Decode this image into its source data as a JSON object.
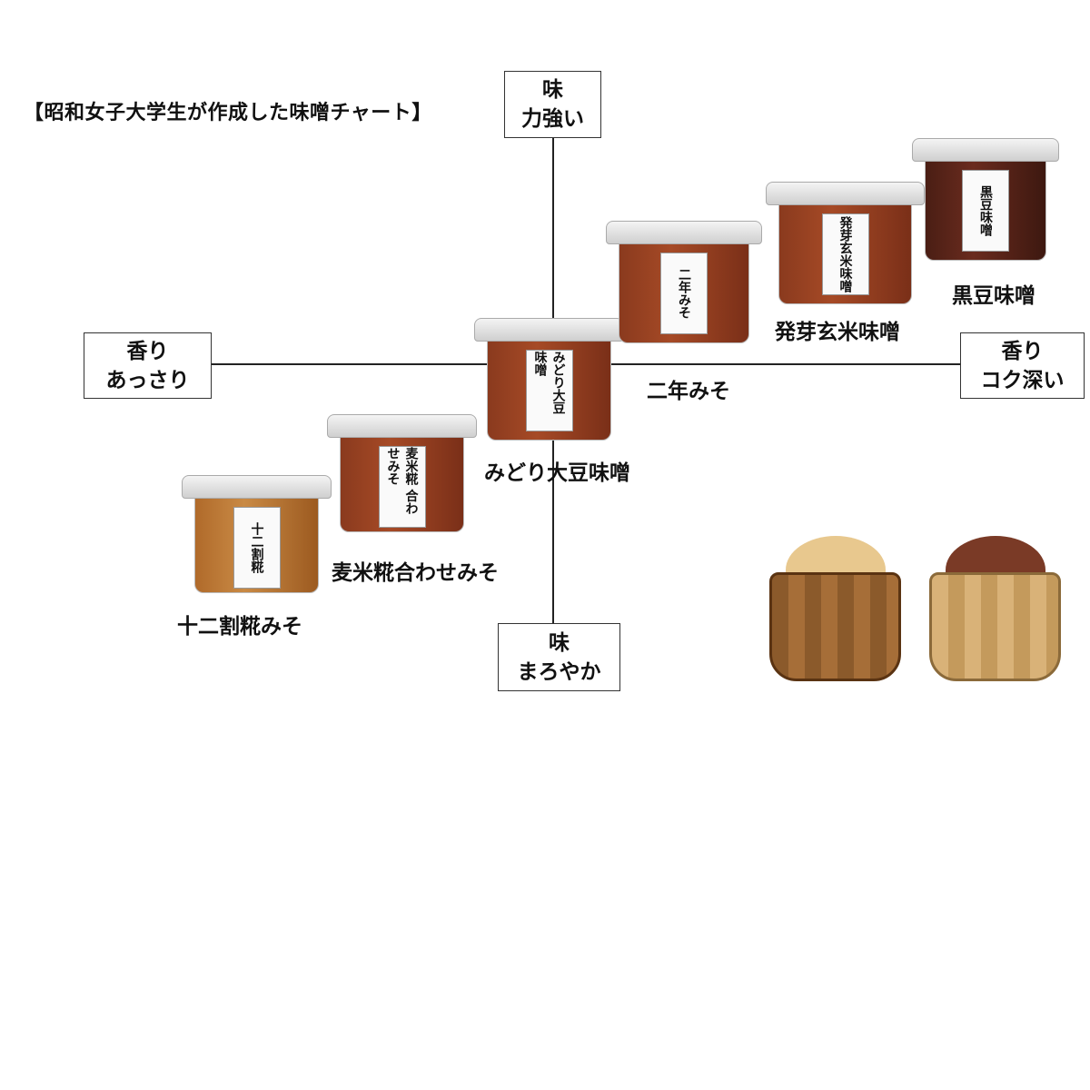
{
  "title": "【昭和女子大学生が作成した味噌チャート】",
  "axes": {
    "top": [
      "味",
      "力強い"
    ],
    "bottom": [
      "味",
      "まろやか"
    ],
    "left": [
      "香り",
      "あっさり"
    ],
    "right": [
      "香り",
      "コク深い"
    ]
  },
  "items": [
    {
      "name": "十二割糀みそ",
      "package": "十二割糀"
    },
    {
      "name": "麦米糀合わせみそ",
      "package": "麦米糀 合わせみそ"
    },
    {
      "name": "みどり大豆味噌",
      "package": "みどり大豆 味噌"
    },
    {
      "name": "二年みそ",
      "package": "二年みそ"
    },
    {
      "name": "発芽玄米味噌",
      "package": "発芽玄米味噌"
    },
    {
      "name": "黒豆味噌",
      "package": "黒豆味噌"
    }
  ],
  "colors": {
    "white_miso": "#e8c88e",
    "red_miso": "#7a3a26",
    "bowl_dark": "#8b5a2b",
    "bowl_light": "#d9b278"
  }
}
